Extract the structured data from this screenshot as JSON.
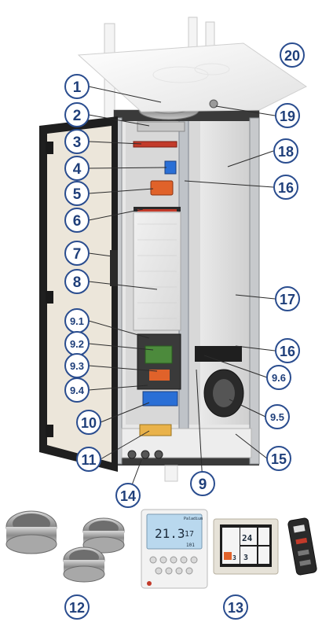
{
  "callouts": [
    {
      "id": "1",
      "label": "1"
    },
    {
      "id": "2",
      "label": "2"
    },
    {
      "id": "3",
      "label": "3"
    },
    {
      "id": "4",
      "label": "4"
    },
    {
      "id": "5",
      "label": "5"
    },
    {
      "id": "6",
      "label": "6"
    },
    {
      "id": "7",
      "label": "7"
    },
    {
      "id": "8",
      "label": "8"
    },
    {
      "id": "9_1",
      "label": "9.1"
    },
    {
      "id": "9_2",
      "label": "9.2"
    },
    {
      "id": "9_3",
      "label": "9.3"
    },
    {
      "id": "9_4",
      "label": "9.4"
    },
    {
      "id": "10",
      "label": "10"
    },
    {
      "id": "11",
      "label": "11"
    },
    {
      "id": "14",
      "label": "14"
    },
    {
      "id": "9",
      "label": "9"
    },
    {
      "id": "15",
      "label": "15"
    },
    {
      "id": "9_5",
      "label": "9.5"
    },
    {
      "id": "9_6",
      "label": "9.6"
    },
    {
      "id": "16b",
      "label": "16"
    },
    {
      "id": "17",
      "label": "17"
    },
    {
      "id": "16a",
      "label": "16"
    },
    {
      "id": "18",
      "label": "18"
    },
    {
      "id": "19",
      "label": "19"
    },
    {
      "id": "20",
      "label": "20"
    },
    {
      "id": "12",
      "label": "12"
    },
    {
      "id": "13",
      "label": "13"
    }
  ],
  "controller_display": {
    "brand": "Paladium",
    "main_reading": "21.3",
    "secondary_reading": "17",
    "bottom_reading": "101"
  },
  "touch_panel": {
    "values": [
      "24",
      "3",
      "3"
    ]
  },
  "colors": {
    "callout_fill": "#ffffff",
    "callout_stroke": "#2a4d8f",
    "callout_text": "#1f3f7a",
    "leader_line": "#2b2b2b",
    "accent_orange": "#e0622a",
    "accent_blue": "#2a6fd6"
  }
}
